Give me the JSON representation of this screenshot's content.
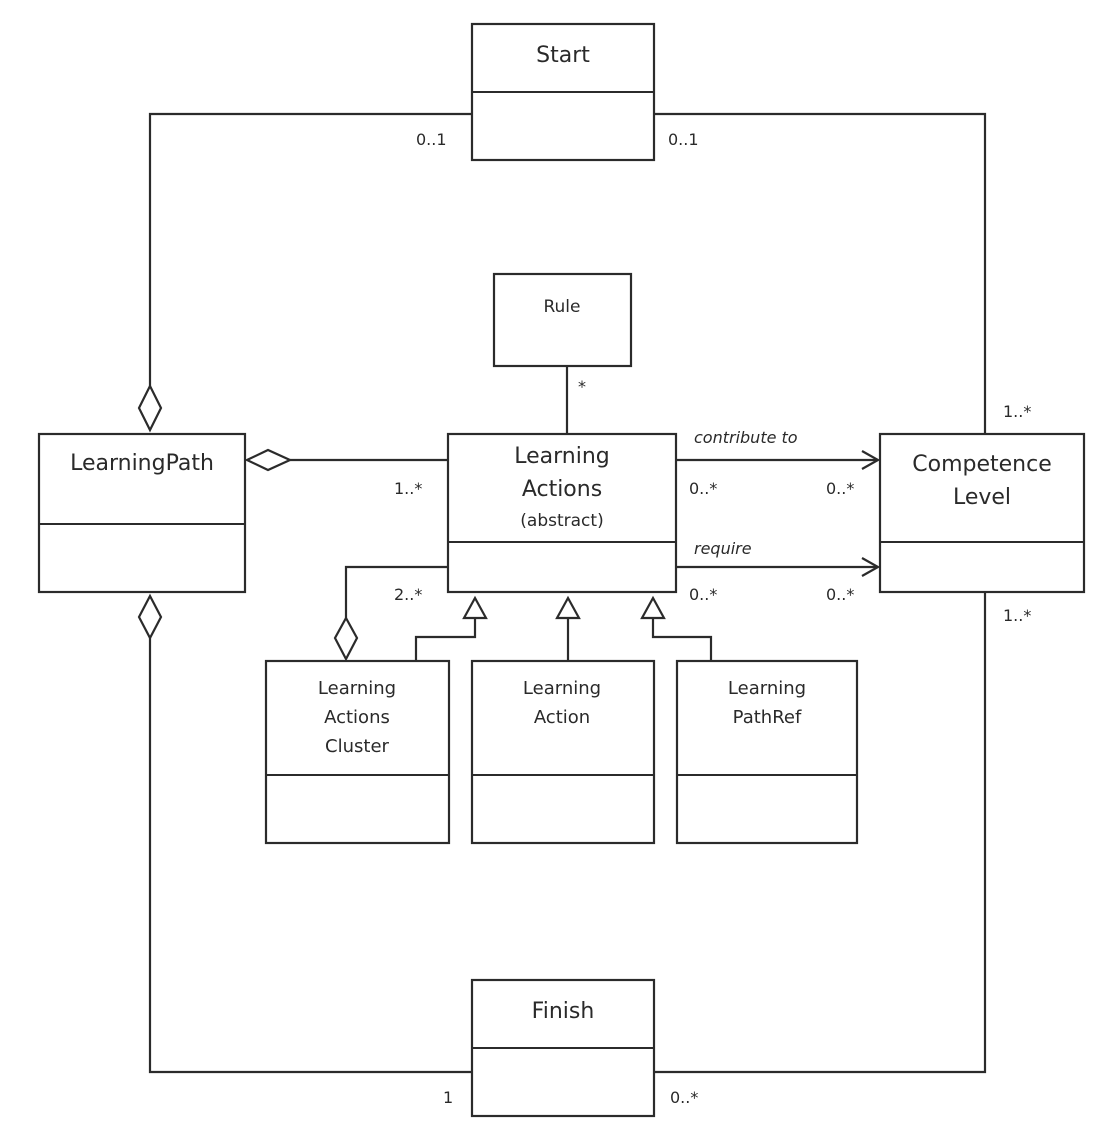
{
  "diagram": {
    "type": "UML class diagram",
    "classes": {
      "start": {
        "name": "Start"
      },
      "finish": {
        "name": "Finish"
      },
      "rule": {
        "name": "Rule"
      },
      "learning_path": {
        "name": "LearningPath"
      },
      "learning_actions": {
        "name_line1": "Learning",
        "name_line2": "Actions",
        "stereotype": "(abstract)"
      },
      "competence_level": {
        "name_line1": "Competence",
        "name_line2": "Level"
      },
      "learning_actions_cluster": {
        "name_line1": "Learning",
        "name_line2": "Actions",
        "name_line3": "Cluster"
      },
      "learning_action": {
        "name_line1": "Learning",
        "name_line2": "Action"
      },
      "learning_path_ref": {
        "name_line1": "Learning",
        "name_line2": "PathRef"
      }
    },
    "associations": [
      {
        "id": "path_start",
        "from": "LearningPath",
        "to": "Start",
        "kind": "aggregation",
        "multiplicity_target": "0..1"
      },
      {
        "id": "start_competence",
        "from": "Start",
        "to": "CompetenceLevel",
        "kind": "association",
        "multiplicity_source": "0..1",
        "multiplicity_target": "1..*"
      },
      {
        "id": "path_actions",
        "from": "LearningPath",
        "to": "LearningActions",
        "kind": "aggregation",
        "multiplicity_target": "1..*"
      },
      {
        "id": "rule_actions",
        "from": "LearningActions",
        "to": "Rule",
        "kind": "association",
        "multiplicity_target": "*"
      },
      {
        "id": "contribute",
        "from": "LearningActions",
        "to": "CompetenceLevel",
        "kind": "directed",
        "role": "contribute to",
        "multiplicity_source": "0..*",
        "multiplicity_target": "0..*"
      },
      {
        "id": "require",
        "from": "LearningActions",
        "to": "CompetenceLevel",
        "kind": "directed",
        "role": "require",
        "multiplicity_source": "0..*",
        "multiplicity_target": "0..*"
      },
      {
        "id": "cluster_actions",
        "from": "LearningActionsCluster",
        "to": "LearningActions",
        "kind": "aggregation",
        "multiplicity_target": "2..*"
      },
      {
        "id": "path_finish",
        "from": "LearningPath",
        "to": "Finish",
        "kind": "aggregation",
        "multiplicity_target": "1"
      },
      {
        "id": "finish_competence",
        "from": "Finish",
        "to": "CompetenceLevel",
        "kind": "association",
        "multiplicity_source": "0..*",
        "multiplicity_target": "1..*"
      }
    ],
    "generalizations": [
      {
        "child": "LearningActionsCluster",
        "parent": "LearningActions"
      },
      {
        "child": "LearningAction",
        "parent": "LearningActions"
      },
      {
        "child": "LearningPathRef",
        "parent": "LearningActions"
      }
    ],
    "labels": {
      "start_left_mult": "0..1",
      "start_right_mult": "0..1",
      "competence_top_mult": "1..*",
      "competence_bottom_mult": "1..*",
      "path_actions_mult": "1..*",
      "cluster_mult": "2..*",
      "rule_mult": "*",
      "contribute_role": "contribute to",
      "contribute_src_mult": "0..*",
      "contribute_tgt_mult": "0..*",
      "require_role": "require",
      "require_src_mult": "0..*",
      "require_tgt_mult": "0..*",
      "finish_left_mult": "1",
      "finish_right_mult": "0..*"
    }
  }
}
